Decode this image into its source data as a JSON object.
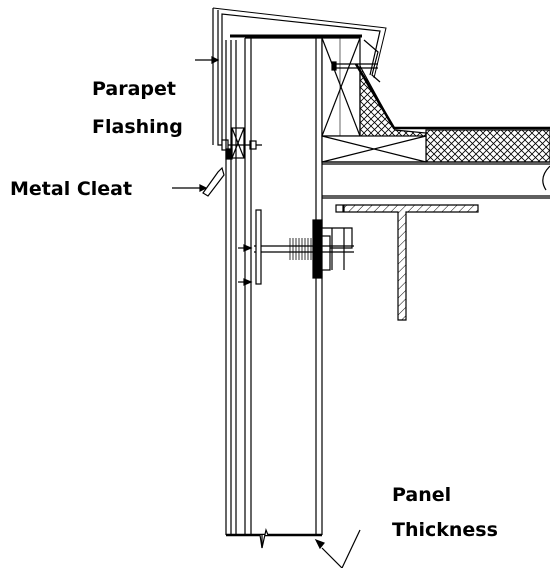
{
  "labels": {
    "parapet": "Parapet",
    "flashing": "Flashing",
    "metal_cleat": "Metal Cleat",
    "panel": "Panel",
    "thickness": "Thickness"
  },
  "colors": {
    "line": "#000000",
    "background": "#ffffff"
  }
}
